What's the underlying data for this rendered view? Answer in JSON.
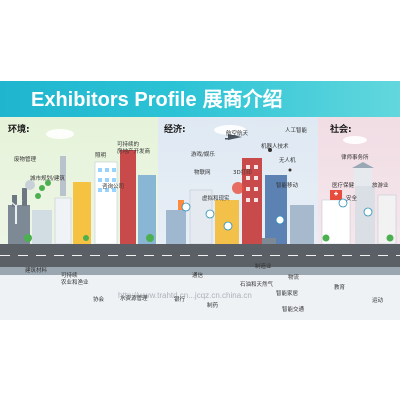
{
  "title": {
    "en": "Exhibitors Profile",
    "cn": "展商介绍"
  },
  "zones": {
    "environment": "环境:",
    "economy": "经济:",
    "society": "社会:"
  },
  "labels": {
    "waste_mgmt": "废物管理",
    "lighting": "照明",
    "sustainable_realestate": "可持续的\n房地产开发商",
    "urban_planning": "城市规划/建筑",
    "consulting": "咨询公司",
    "building_materials": "建筑材料",
    "sustainable_agri": "可持续\n农业和渔业",
    "water_mgmt": "水资源管理",
    "association": "协会",
    "gaming": "游戏/娱乐",
    "aerospace": "航空航天",
    "ai": "人工智能",
    "iot": "物联网",
    "robotics": "机器人技术",
    "drone": "无人机",
    "printing_3d": "3D打印",
    "vr_ar": "虚拟和现实",
    "smart_mobile": "智能移动",
    "communication": "通信",
    "manufacturing": "制造业",
    "oil_gas": "石油和天然气",
    "smart_home": "智能家居",
    "logistics": "物流",
    "smart_transport": "智能交通",
    "banking": "银行",
    "pharma": "制药",
    "law_firm": "律师事务所",
    "healthcare": "医疗保健",
    "tourism": "旅游业",
    "security": "安全",
    "education": "教育",
    "sports": "运动"
  },
  "watermark": "http://www.trahtd.cn...jcqz.cn.china.cn",
  "colors": {
    "title_bar": "#1fb5cf",
    "env_zone": "#e6f3d9",
    "eco_zone": "#dfe9f3",
    "soc_zone": "#f1dde4",
    "road": "#5b6066"
  }
}
